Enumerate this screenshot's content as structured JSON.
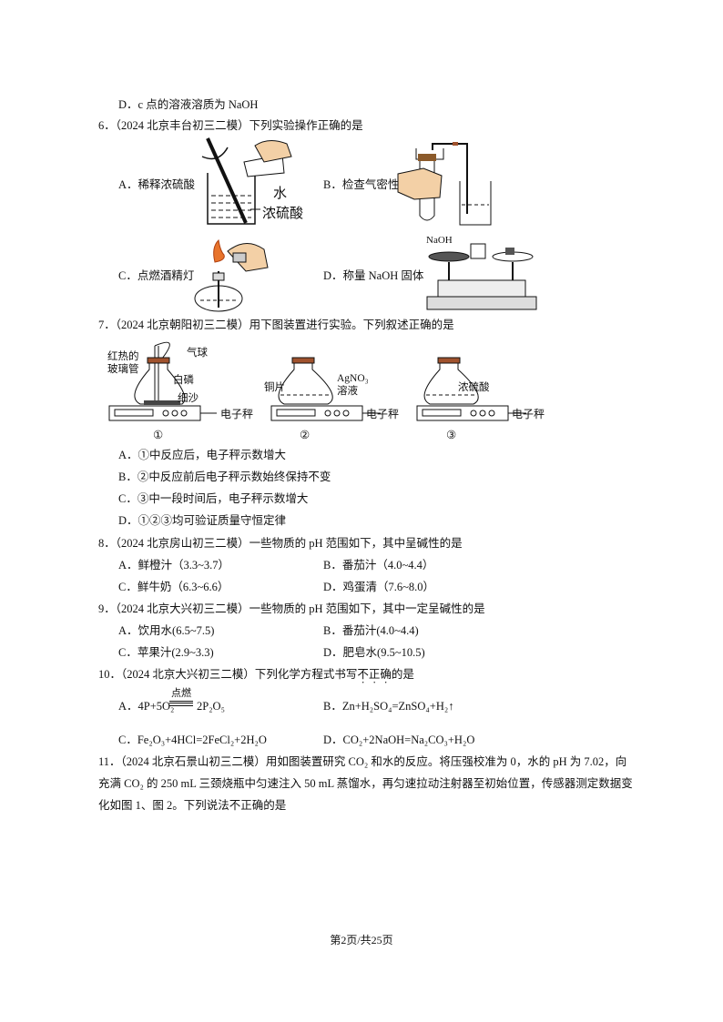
{
  "q5": {
    "option_d": "D．c 点的溶液溶质为 NaOH"
  },
  "q6": {
    "stem": "6．（2024 北京丰台初三二模）下列实验操作正确的是",
    "options": {
      "a": "A．稀释浓硫酸",
      "b": "B．检查气密性",
      "c": "C．点燃酒精灯",
      "d": "D．称量 NaOH 固体"
    },
    "figure_labels": {
      "water": "水",
      "conc_acid": "浓硫酸",
      "naoh": "NaOH"
    }
  },
  "q7": {
    "stem": "7．（2024 北京朝阳初三二模）用下图装置进行实验。下列叙述正确的是",
    "figure_labels": {
      "hot_tube_1": "红热的",
      "hot_tube_2": "玻璃管",
      "balloon": "气球",
      "white_phosphorus": "白磷",
      "sand": "细沙",
      "scale": "电子秤",
      "copper": "铜片",
      "agno3": "AgNO₃",
      "solution": "溶液",
      "conc_acid": "浓硫酸",
      "n1": "①",
      "n2": "②",
      "n3": "③"
    },
    "options": [
      "A．①中反应后，电子秤示数增大",
      "B．②中反应前后电子秤示数始终保持不变",
      "C．③中一段时间后，电子秤示数增大",
      "D．①②③均可验证质量守恒定律"
    ]
  },
  "q8": {
    "stem": "8．（2024 北京房山初三二模）一些物质的 pH 范围如下，其中呈碱性的是",
    "options": [
      "A．鲜橙汁（3.3~3.7）",
      "B．番茄汁（4.0~4.4）",
      "C．鲜牛奶（6.3~6.6）",
      "D．鸡蛋清（7.6~8.0）"
    ]
  },
  "q9": {
    "stem": "9．（2024 北京大兴初三二模）一些物质的 pH 范围如下，其中一定呈碱性的是",
    "options": [
      "A．饮用水(6.5~7.5)",
      "B．番茄汁(4.0~4.4)",
      "C．苹果汁(2.9~3.3)",
      "D．肥皂水(9.5~10.5)"
    ]
  },
  "q10": {
    "stem_pre": "10．（2024 北京大兴初三二模）下列化学方程式书写",
    "stem_emph": "不正确",
    "stem_post": "的是",
    "option_a_left": "A．4P+5O₂",
    "option_a_condition": "点燃",
    "option_a_right": "2P₂O₅",
    "option_b": "B．Zn+H₂SO₄=ZnSO₄+H₂↑",
    "option_c": "C．Fe₂O₃+4HCl=2FeCl₂+2H₂O",
    "option_d": "D．CO₂+2NaOH=Na₂CO₃+H₂O"
  },
  "q11": {
    "lines": [
      "11．（2024 北京石景山初三二模）用如图装置研究 CO₂ 和水的反应。将压强校准为 0，水的 pH 为 7.02，向",
      "充满 CO₂ 的 250 mL 三颈烧瓶中匀速注入 50 mL 蒸馏水，再匀速拉动注射器至初始位置，传感器测定数据变",
      "化如图 1、图 2。下列说法不正确的是"
    ]
  },
  "footer": {
    "page": "第2页/共25页"
  }
}
